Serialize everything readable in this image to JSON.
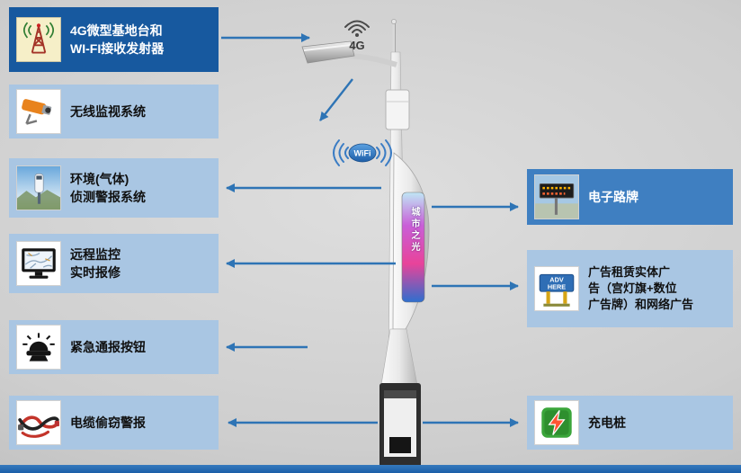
{
  "colors": {
    "accent_blue": "#2e74b5",
    "box_dark": "#17599f",
    "box_medium": "#3f7fc1",
    "box_light": "#a9c6e3",
    "bottom_bar": "#1a5ea8"
  },
  "pole": {
    "top_signal_label": "4G",
    "wifi_label": "WiFi",
    "screen_text": "城市之光"
  },
  "left_items": [
    {
      "label": "4G微型基地台和\nWI-FI接收发射器",
      "icon": "antenna-tower-icon"
    },
    {
      "label": "无线监视系统",
      "icon": "cctv-camera-icon"
    },
    {
      "label": "环境(气体)\n侦测警报系统",
      "icon": "gas-detector-icon"
    },
    {
      "label": "远程监控\n实时报修",
      "icon": "monitor-icon"
    },
    {
      "label": "紧急通报按钮",
      "icon": "emergency-button-icon"
    },
    {
      "label": "电缆偷窃警报",
      "icon": "cable-icon"
    }
  ],
  "right_items": [
    {
      "label": "电子路牌",
      "icon": "road-sign-icon"
    },
    {
      "label": "广告租赁实体广\n告（宫灯旗+数位\n广告牌）和网络广告",
      "icon": "billboard-icon",
      "billboard_line1": "ADV",
      "billboard_line2": "HERE"
    },
    {
      "label": "充电桩",
      "icon": "charger-icon"
    }
  ]
}
